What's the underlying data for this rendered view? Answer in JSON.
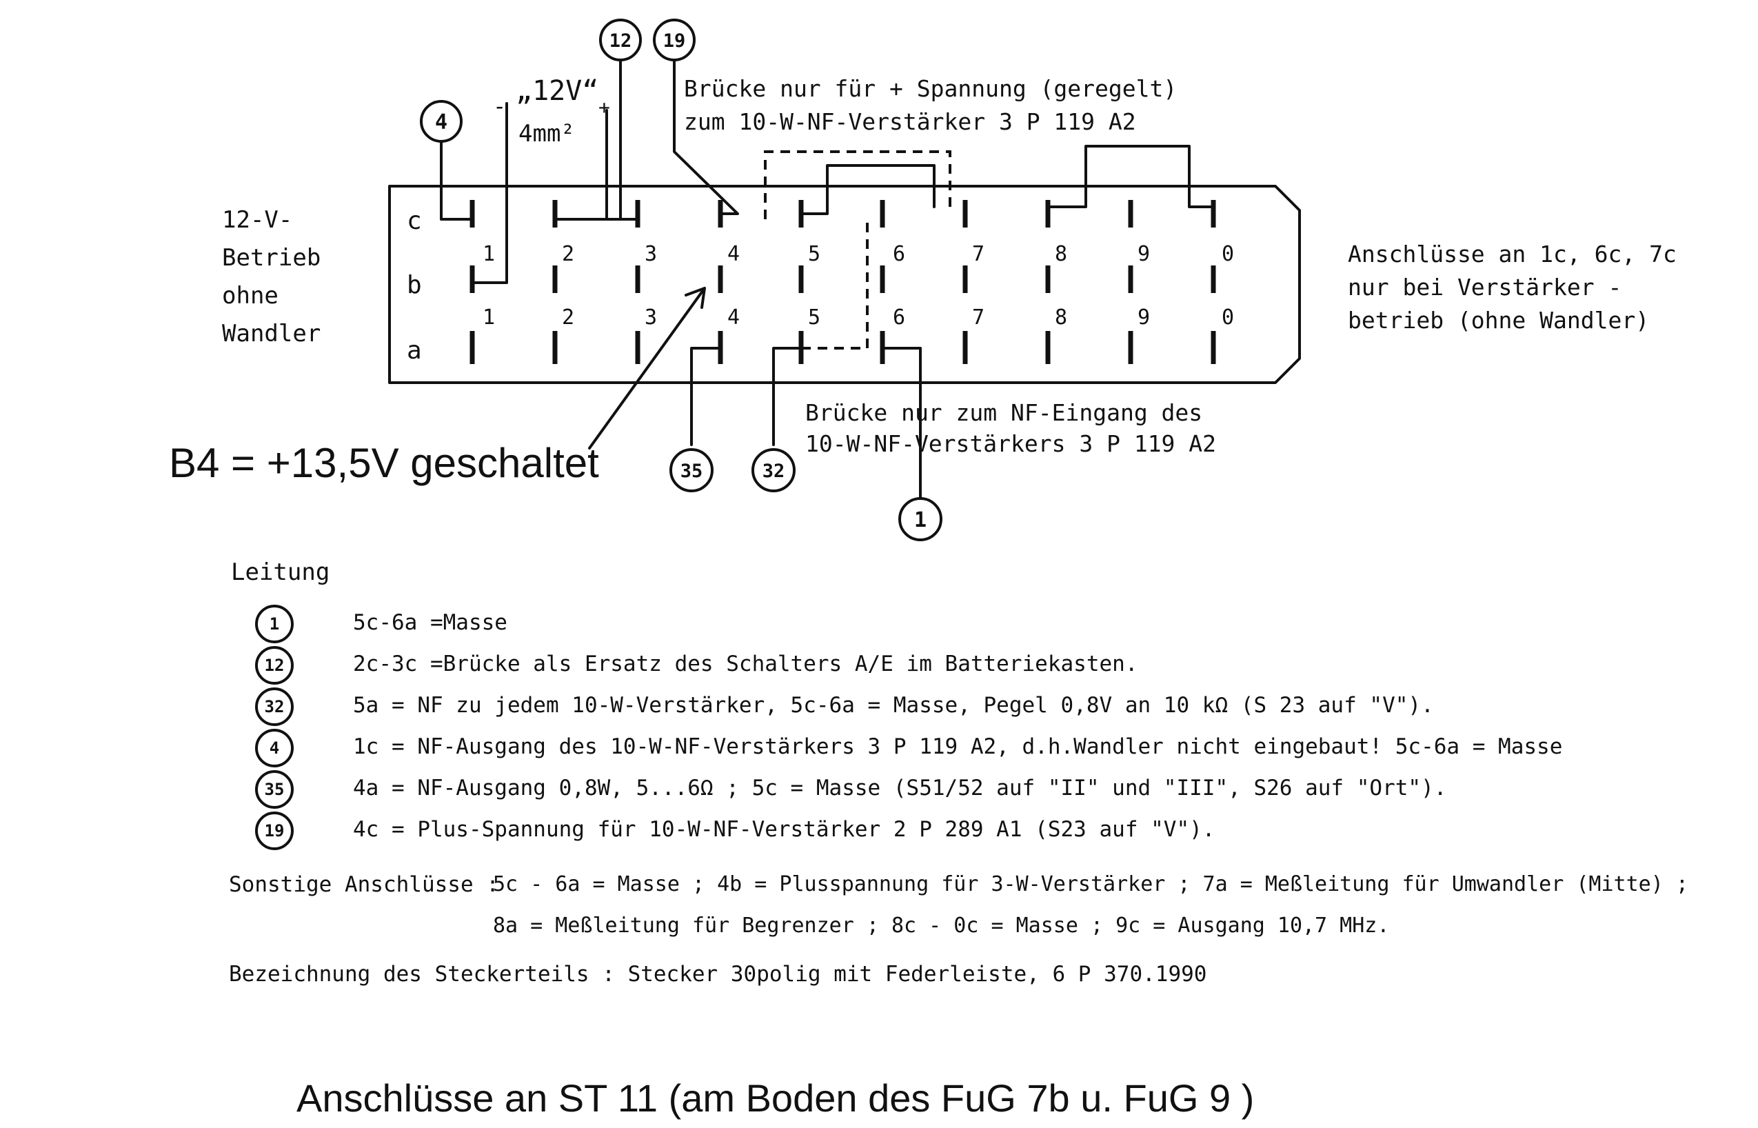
{
  "diagram": {
    "left_label": [
      "12-V-",
      "Betrieb",
      "ohne",
      "Wandler"
    ],
    "row_labels": [
      "c",
      "b",
      "a"
    ],
    "pin_numbers": [
      "1",
      "2",
      "3",
      "4",
      "5",
      "6",
      "7",
      "8",
      "9",
      "0"
    ],
    "supply_label": "„12V“",
    "supply_cross_section": "4mm²",
    "minus_sign": "-",
    "plus_sign": "+",
    "top_note": [
      "Brücke nur für + Spannung (geregelt)",
      "zum 10-W-NF-Verstärker 3 P 119 A2"
    ],
    "bottom_note": [
      "Brücke nur zum NF-Eingang des",
      "10-W-NF-Verstärkers 3 P 119 A2"
    ],
    "right_note": [
      "Anschlüsse an 1c, 6c, 7c",
      "nur bei Verstärker -",
      "betrieb (ohne Wandler)"
    ],
    "annotation": "B4 = +13,5V geschaltet",
    "callouts": [
      "4",
      "12",
      "19",
      "35",
      "32",
      "1"
    ]
  },
  "legend": {
    "heading": "Leitung",
    "rows": [
      {
        "num": "1",
        "text": "5c-6a =Masse"
      },
      {
        "num": "12",
        "text": "2c-3c =Brücke als Ersatz des Schalters A/E im Batteriekasten."
      },
      {
        "num": "32",
        "text": "5a = NF zu jedem 10-W-Verstärker, 5c-6a = Masse, Pegel 0,8V an 10 kΩ (S 23 auf \"V\")."
      },
      {
        "num": "4",
        "text": "1c = NF-Ausgang des 10-W-NF-Verstärkers 3 P 119 A2, d.h.Wandler nicht eingebaut! 5c-6a = Masse"
      },
      {
        "num": "35",
        "text": "4a = NF-Ausgang 0,8W, 5...6Ω ; 5c = Masse (S51/52 auf \"II\" und \"III\", S26 auf \"Ort\")."
      },
      {
        "num": "19",
        "text": "4c = Plus-Spannung für 10-W-NF-Verstärker 2 P 289 A1 (S23 auf \"V\")."
      }
    ],
    "other_label": "Sonstige Anschlüsse :",
    "other_line1": "5c - 6a = Masse ; 4b = Plusspannung für 3-W-Verstärker ; 7a = Meßleitung für Umwandler (Mitte) ;",
    "other_line2": "8a = Meßleitung für Begrenzer ; 8c - 0c = Masse ; 9c = Ausgang 10,7 MHz.",
    "designation": "Bezeichnung des Steckerteils : Stecker 30polig mit Federleiste, 6 P 370.1990"
  },
  "title": "Anschlüsse an ST 11 (am Boden des FuG 7b u. FuG 9 )"
}
